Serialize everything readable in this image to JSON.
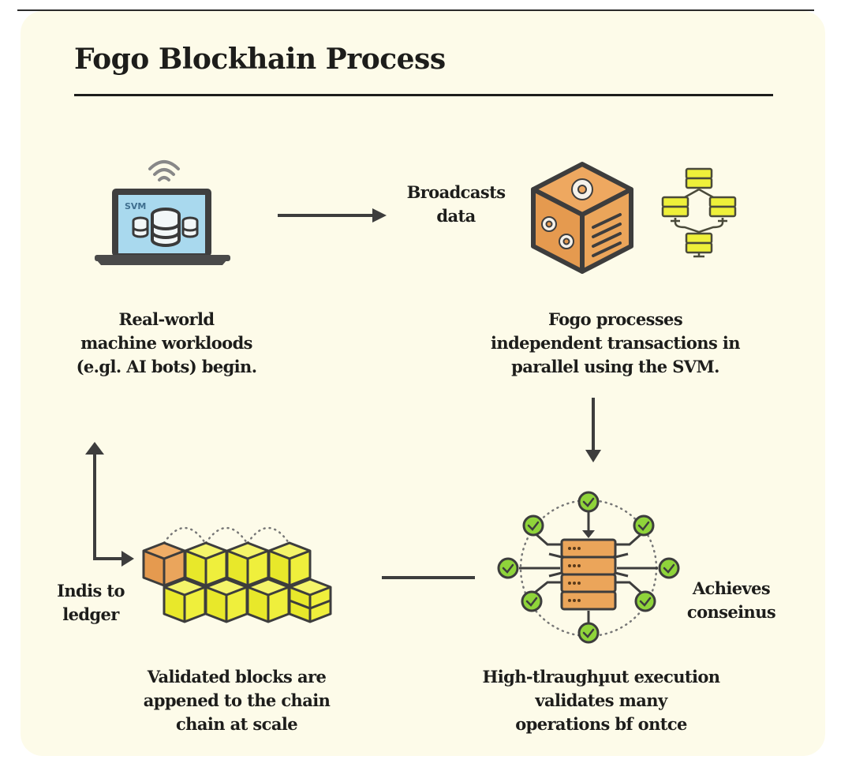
{
  "title": "Fogo Blockhain Process",
  "steps": {
    "start": {
      "lines": [
        "Real-world",
        "machine workloods",
        "(e.gl. AI bots) begin."
      ]
    },
    "broadcast": {
      "lines": [
        "Broadcasts",
        "data"
      ]
    },
    "process": {
      "lines": [
        "Fogo processes",
        "independent transactions in",
        "parallel using the SVM."
      ]
    },
    "consensus": {
      "lines": [
        "Achieves",
        "conseinus"
      ]
    },
    "execution": {
      "lines": [
        "High-tlraughµut execution",
        "validates many",
        "operations bf ontce"
      ]
    },
    "blocks": {
      "lines": [
        "Validated blocks are",
        "appened to the chain",
        "chain at scale"
      ]
    },
    "ledger": {
      "lines": [
        "Indis to",
        "ledger"
      ]
    }
  },
  "icons": {
    "laptop_screen_label": "SVM"
  },
  "colors": {
    "background": "#fdfbe9",
    "ink": "#3d3d3d",
    "orange": "#e59a4f",
    "yellow": "#eef03a",
    "green": "#8fd43a",
    "screen": "#a9d9ee"
  }
}
